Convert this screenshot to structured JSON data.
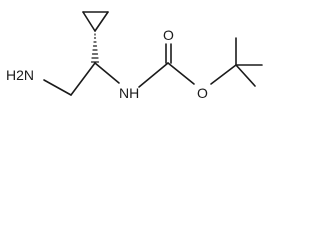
{
  "molecule": {
    "atoms": {
      "amine": "H2N",
      "carbamate_nitrogen": "NH",
      "carbonyl_oxygen": "O",
      "ester_oxygen": "O"
    },
    "colors": {
      "line": "#1a1a1a",
      "background": "#ffffff"
    }
  }
}
